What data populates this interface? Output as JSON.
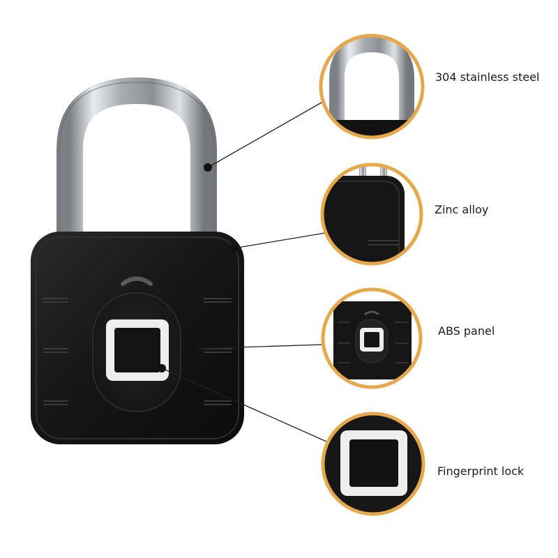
{
  "callouts": [
    {
      "label": "304 stainless steel"
    },
    {
      "label": "Zinc alloy"
    },
    {
      "label": "ABS panel"
    },
    {
      "label": "Fingerprint lock"
    }
  ],
  "colors": {
    "ring": "#e6a84a",
    "body": "#161616",
    "shackle": "#bfc3c7",
    "sensor_frame": "#e8e8e8",
    "leader": "#222222"
  },
  "icons": [
    "padlock-icon",
    "fingerprint-sensor-icon"
  ]
}
